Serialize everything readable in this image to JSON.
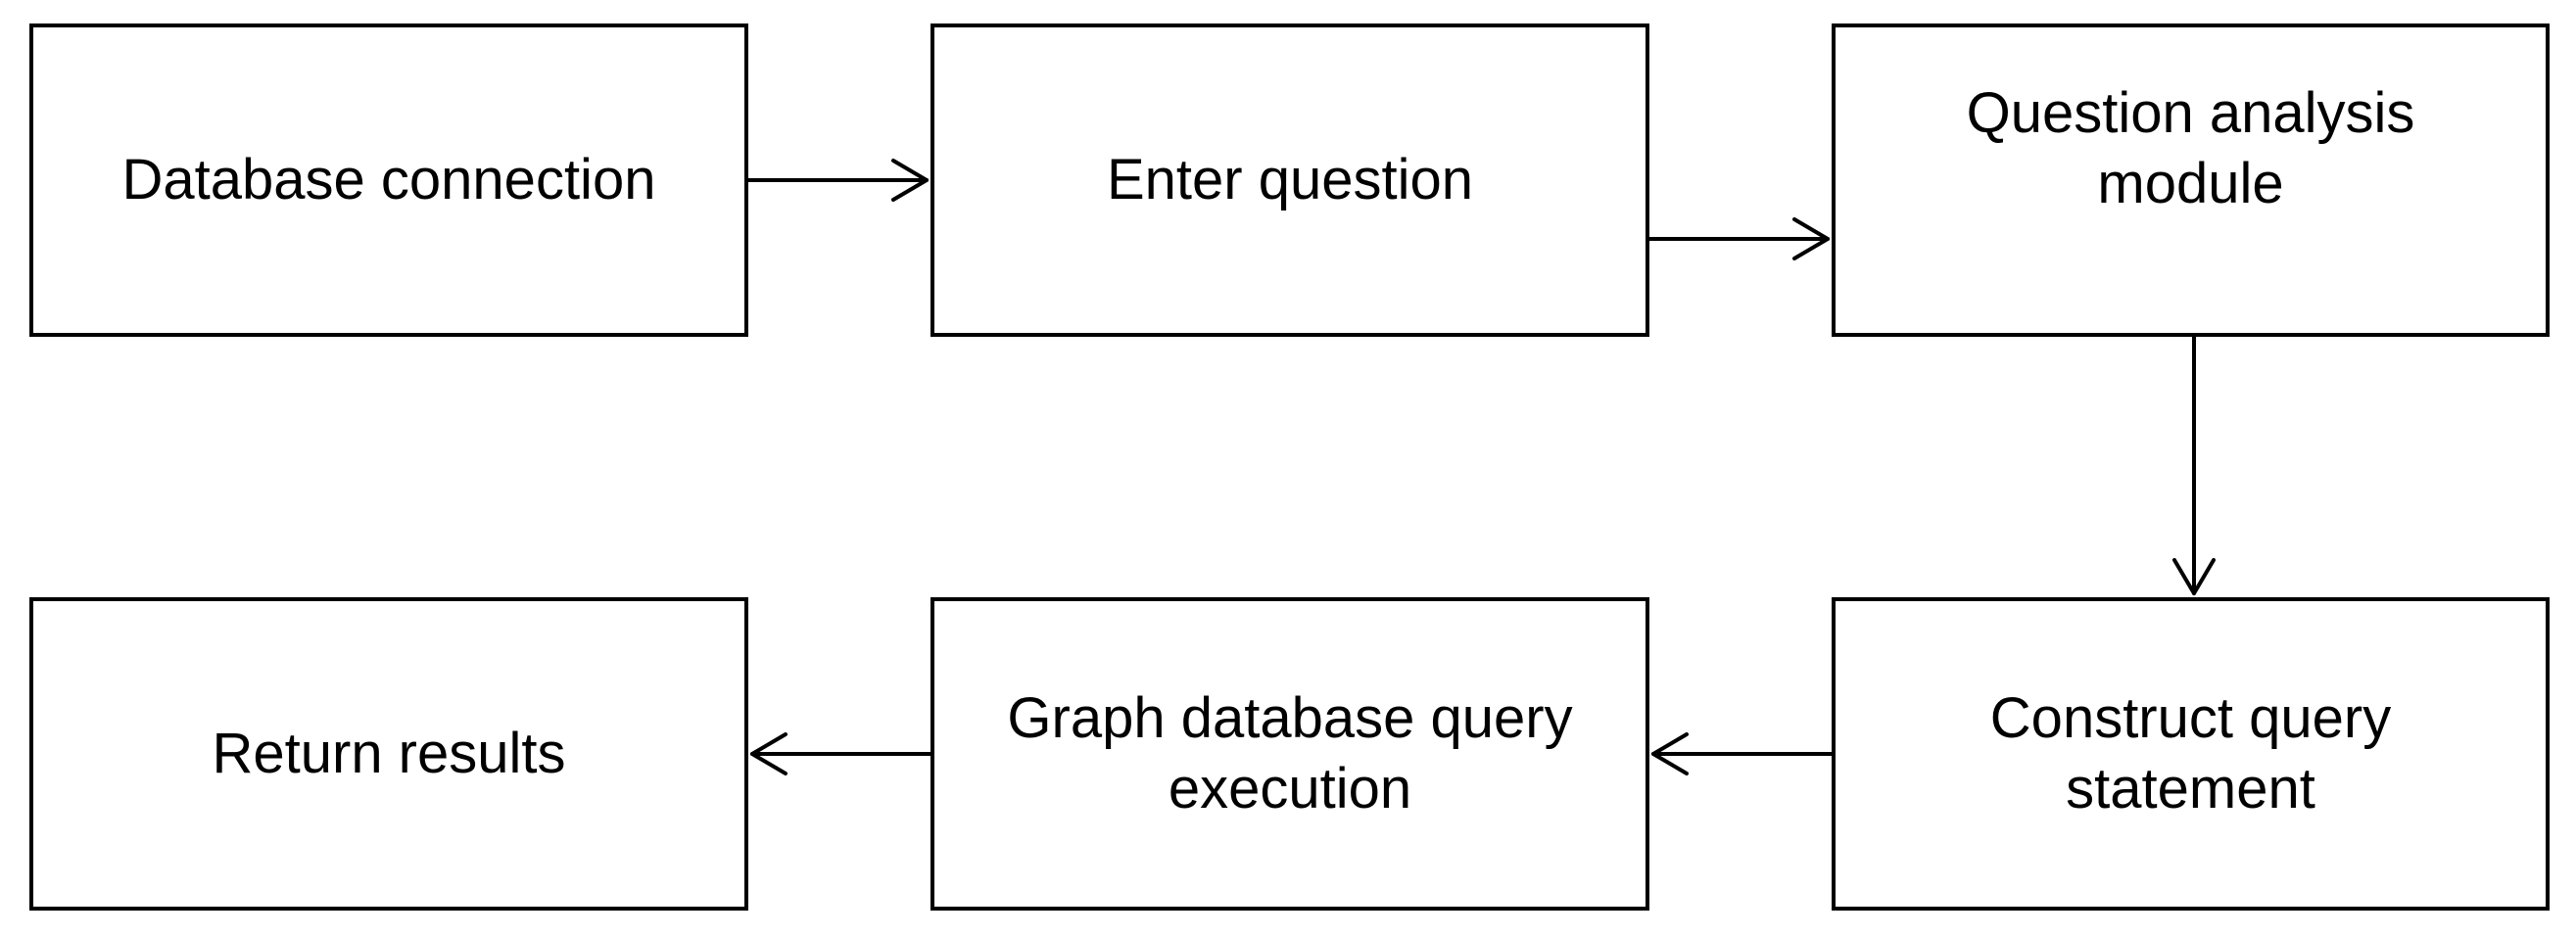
{
  "diagram": {
    "nodes": [
      {
        "id": "n1",
        "label": "Database connection"
      },
      {
        "id": "n2",
        "label": "Enter question"
      },
      {
        "id": "n3",
        "label": "Question analysis\nmodule"
      },
      {
        "id": "n6",
        "label": "Construct query\nstatement"
      },
      {
        "id": "n5",
        "label": "Graph database query\nexecution"
      },
      {
        "id": "n4",
        "label": "Return results"
      }
    ],
    "edges": [
      {
        "from": "Database connection",
        "to": "Enter question"
      },
      {
        "from": "Enter question",
        "to": "Question analysis module"
      },
      {
        "from": "Question analysis module",
        "to": "Construct query statement"
      },
      {
        "from": "Construct query statement",
        "to": "Graph database query execution"
      },
      {
        "from": "Graph database query execution",
        "to": "Return results"
      }
    ],
    "line_color": "#000000",
    "box_fill": "#ffffff"
  }
}
